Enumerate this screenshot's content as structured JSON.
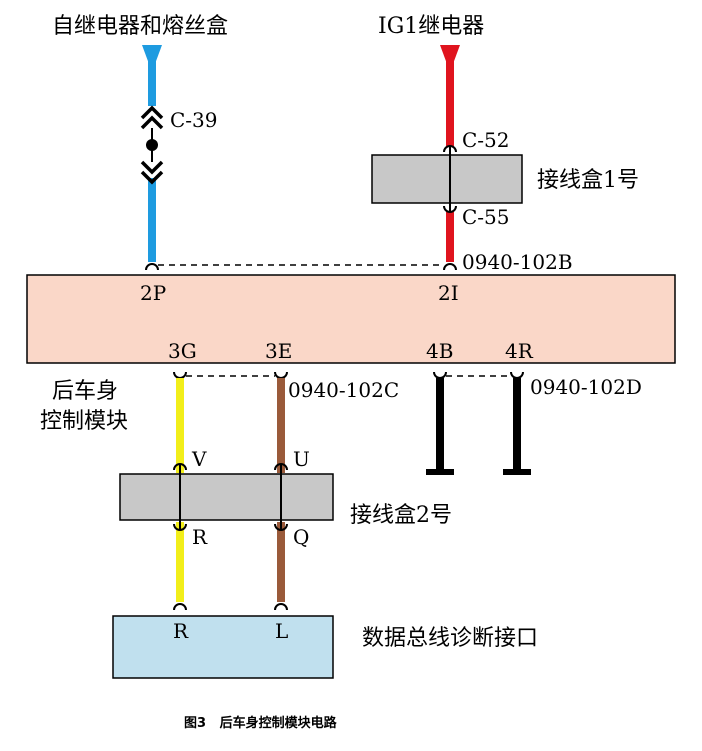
{
  "colors": {
    "blue_wire": "#1e9be0",
    "red_wire": "#e0141e",
    "yellow_wire": "#f2ee1a",
    "brown_wire": "#9a5a3a",
    "black_wire": "#000000",
    "module_fill": "#fad7c8",
    "junction_fill": "#c8c8c8",
    "diag_fill": "#c0e0ee"
  },
  "labels": {
    "fuse_relay_box": "自继电器和熔丝盒",
    "ig1_relay": "IG1继电器",
    "connector_c39": "C-39",
    "connector_c52": "C-52",
    "connector_c55": "C-55",
    "junction_box_1": "接线盒1号",
    "connector_0940_102b": "0940-102B",
    "module_line1": "后车身",
    "module_line2": "控制模块",
    "connector_0940_102c": "0940-102C",
    "connector_0940_102d": "0940-102D",
    "junction_box_2": "接线盒2号",
    "diag_connector": "数据总线诊断接口",
    "caption": "图3   后车身控制模块电路"
  },
  "pins": {
    "p2P": "2P",
    "p2I": "2I",
    "p3G": "3G",
    "p3E": "3E",
    "p4B": "4B",
    "p4R": "4R",
    "pV": "V",
    "pU": "U",
    "pR_top": "R",
    "pQ": "Q",
    "pR_bottom": "R",
    "pL": "L"
  }
}
